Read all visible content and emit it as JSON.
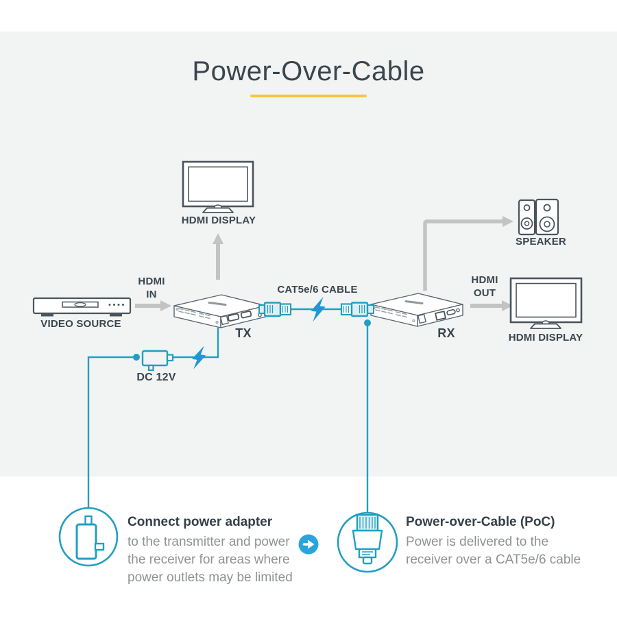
{
  "title": "Power-Over-Cable",
  "colors": {
    "teal": "#219fc0",
    "tealtint": "#ddeff4",
    "blue": "#2196d6",
    "blue2": "#29a5dc",
    "yellow": "#f5c73f",
    "arrow": "#c3c3c3",
    "outline": "#4a545c",
    "dark": "#3a454d",
    "body": "#8f9296",
    "panel": "#f2f3f3"
  },
  "diagram": {
    "labels": {
      "hdmi_display_top": "HDMI DISPLAY",
      "video_source": "VIDEO SOURCE",
      "hdmi_in": [
        "HDMI",
        "IN"
      ],
      "tx": "TX",
      "cable": "CAT5e/6 CABLE",
      "rx": "RX",
      "speaker": "SPEAKER",
      "hdmi_out": [
        "HDMI",
        "OUT"
      ],
      "hdmi_display_right": "HDMI DISPLAY",
      "dc_power": "DC 12V"
    },
    "icons": [
      "hdmi-display-icon",
      "video-source-icon",
      "tx-extender-icon",
      "cat5-cable-icon",
      "lightning-bolt-icon",
      "rx-extender-icon",
      "speaker-icon",
      "dc-adapter-icon"
    ]
  },
  "footer": {
    "left": {
      "heading": "Connect power adapter",
      "line1": "to the transmitter and power",
      "line2": "the receiver for areas where",
      "line3": "power outlets may be limited"
    },
    "right": {
      "heading": "Power-over-Cable (PoC)",
      "line1": "Power is delivered to the",
      "line2": "receiver over a CAT5e/6 cable"
    }
  }
}
